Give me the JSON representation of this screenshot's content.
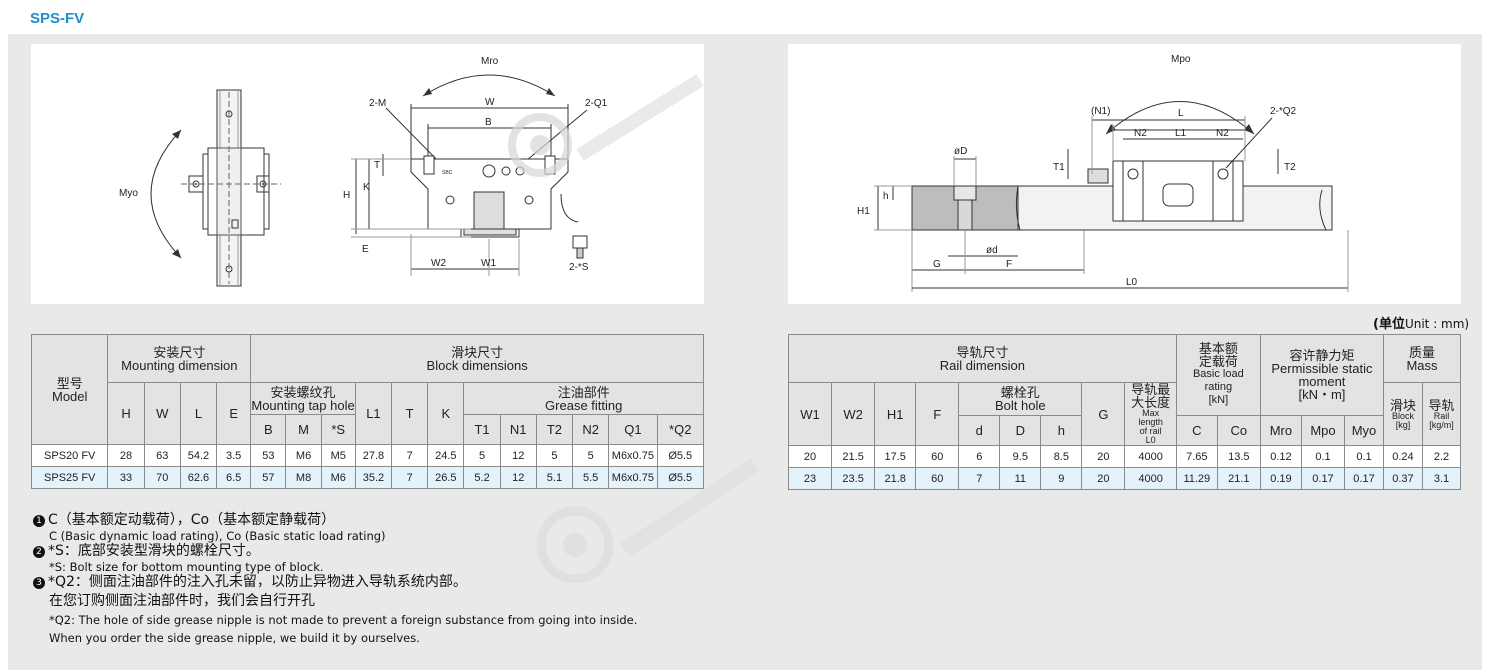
{
  "page_title": "SPS-FV",
  "left_drawing": {
    "labels": {
      "myo": "Myo",
      "mro": "Mro",
      "two_m": "2-M",
      "w": "W",
      "b": "B",
      "two_q1": "2-Q1",
      "t": "T",
      "k": "K",
      "h": "H",
      "e": "E",
      "w2": "W2",
      "w1": "W1",
      "two_s": "2-*S",
      "sbc": "SBC"
    }
  },
  "right_drawing": {
    "labels": {
      "mpo": "Mpo",
      "n1": "(N1)",
      "l": "L",
      "two_q2": "2-*Q2",
      "n2a": "N2",
      "l1": "L1",
      "n2b": "N2",
      "t1": "T1",
      "t2": "T2",
      "od": "øD",
      "h": "h",
      "h1": "H1",
      "d": "ød",
      "g": "G",
      "f": "F",
      "l0": "L0"
    }
  },
  "unit": {
    "cn": "(单位",
    "en": "Unit : mm)"
  },
  "left_table": {
    "headers": {
      "model_cn": "型号",
      "model_en": "Model",
      "mount_cn": "安装尺寸",
      "mount_en": "Mounting dimension",
      "block_cn": "滑块尺寸",
      "block_en": "Block dimensions",
      "tap_cn": "安装螺纹孔",
      "tap_en": "Mounting tap hole",
      "grease_cn": "注油部件",
      "grease_en": "Grease fitting",
      "h": "H",
      "w": "W",
      "l": "L",
      "e": "E",
      "b": "B",
      "m": "M",
      "s": "*S",
      "l1": "L1",
      "t": "T",
      "k": "K",
      "t1": "T1",
      "n1": "N1",
      "t2": "T2",
      "n2": "N2",
      "q1": "Q1",
      "q2": "*Q2"
    },
    "rows": [
      [
        "SPS20 FV",
        "28",
        "63",
        "54.2",
        "3.5",
        "53",
        "M6",
        "M5",
        "27.8",
        "7",
        "24.5",
        "5",
        "12",
        "5",
        "5",
        "M6x0.75",
        "Ø5.5"
      ],
      [
        "SPS25 FV",
        "33",
        "70",
        "62.6",
        "6.5",
        "57",
        "M8",
        "M6",
        "35.2",
        "7",
        "26.5",
        "5.2",
        "12",
        "5.1",
        "5.5",
        "M6x0.75",
        "Ø5.5"
      ]
    ]
  },
  "right_table": {
    "headers": {
      "rail_cn": "导轨尺寸",
      "rail_en": "Rail dimension",
      "load_cn1": "基本额",
      "load_cn2": "定载荷",
      "load_en1": "Basic load",
      "load_en2": "rating",
      "load_unit": "[kN]",
      "moment_cn": "容许静力矩",
      "moment_en1": "Permissible static",
      "moment_en2": "moment",
      "moment_unit": "[kN・m]",
      "mass_cn": "质量",
      "mass_en": "Mass",
      "w1": "W1",
      "w2": "W2",
      "h1": "H1",
      "f": "F",
      "bolt_cn": "螺栓孔",
      "bolt_en": "Bolt hole",
      "g": "G",
      "maxlen_cn1": "导轨最",
      "maxlen_cn2": "大长度",
      "maxlen_en1": "Max",
      "maxlen_en2": "length",
      "maxlen_en3": "of rail",
      "maxlen_en4": "L0",
      "d": "d",
      "D": "D",
      "h": "h",
      "c": "C",
      "co": "Co",
      "mro": "Mro",
      "mpo": "Mpo",
      "myo": "Myo",
      "block_cn": "滑块",
      "block_en": "Block",
      "block_unit": "[kg]",
      "rail_mass_cn": "导轨",
      "rail_mass_en": "Rail",
      "rail_mass_unit": "[kg/m]"
    },
    "rows": [
      [
        "20",
        "21.5",
        "17.5",
        "60",
        "6",
        "9.5",
        "8.5",
        "20",
        "4000",
        "7.65",
        "13.5",
        "0.12",
        "0.1",
        "0.1",
        "0.24",
        "2.2"
      ],
      [
        "23",
        "23.5",
        "21.8",
        "60",
        "7",
        "11",
        "9",
        "20",
        "4000",
        "11.29",
        "21.1",
        "0.19",
        "0.17",
        "0.17",
        "0.37",
        "3.1"
      ]
    ]
  },
  "notes": [
    {
      "bullet": "1",
      "cn": "C（基本额定动载荷），Co（基本额定静载荷）",
      "en": "C (Basic dynamic load rating), Co (Basic static load rating)"
    },
    {
      "bullet": "2",
      "cn": "*S：底部安装型滑块的螺栓尺寸。",
      "en": "*S: Bolt size for bottom mounting type of block."
    },
    {
      "bullet": "3",
      "cn": "*Q2：侧面注油部件的注入孔未留，以防止异物进入导轨系统内部。",
      "cn2": "在您订购侧面注油部件时，我们会自行开孔",
      "en": "*Q2: The hole of side grease nipple is not made to prevent a foreign substance from going into inside.",
      "en2": "When you order the side grease nipple, we build it by ourselves."
    }
  ]
}
